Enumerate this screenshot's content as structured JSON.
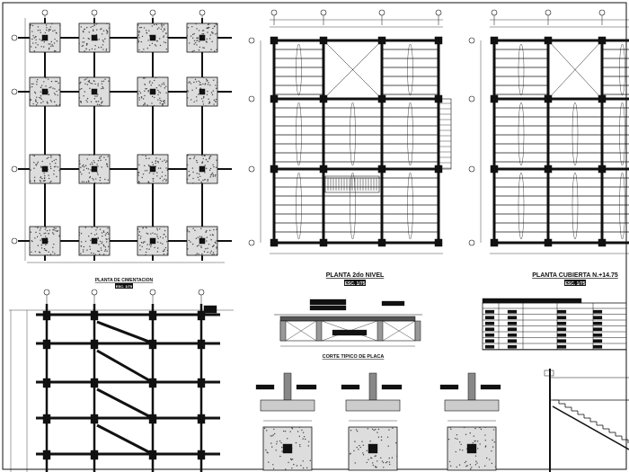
{
  "drawings": {
    "foundation": {
      "title": "PLANTA DE CIMENTACION",
      "scale": "ESC. 1/75"
    },
    "second_level": {
      "title": "PLANTA 2do NIVEL",
      "scale": "ESC. 1/75"
    },
    "roof": {
      "title": "PLANTA CUBIERTA N.+14.75",
      "scale": "ESC. 1/75"
    },
    "slab_section": {
      "title": "CORTE TIPICO DE PLACA"
    }
  },
  "colors": {
    "line": "#111111",
    "background": "#ffffff",
    "hatch": "#444444"
  }
}
